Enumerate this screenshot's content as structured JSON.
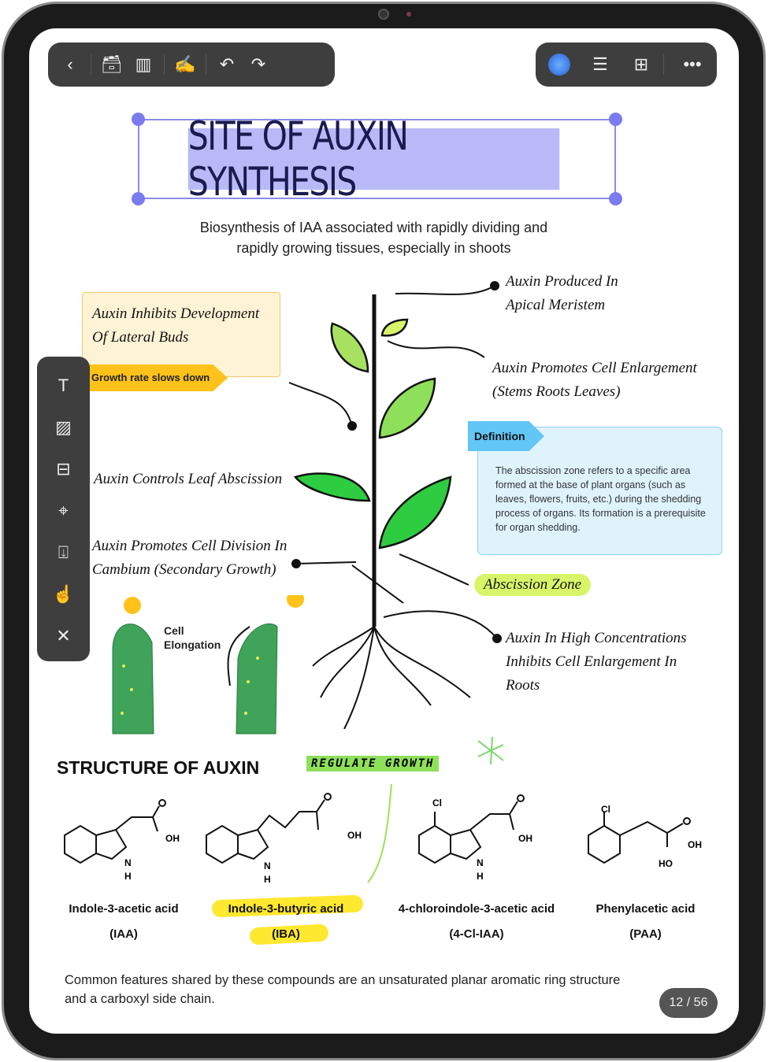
{
  "toolbar_left": {
    "icons": [
      "back-icon",
      "sticker-icon",
      "book-icon",
      "pen-hand-icon",
      "undo-icon",
      "redo-icon"
    ]
  },
  "toolbar_right": {
    "icons": [
      "ai-assistant-icon",
      "outline-icon",
      "grid-icon",
      "more-icon"
    ],
    "more": "•••"
  },
  "title": "SITE OF AUXIN SYNTHESIS",
  "subtitle": [
    "Biosynthesis of IAA associated with rapidly dividing and",
    "rapidly growing tissues, especially in shoots"
  ],
  "notes": {
    "lateral": [
      "Auxin Inhibits Development",
      "Of Lateral Buds"
    ],
    "growth_tag": "Growth rate slows down",
    "apical": [
      "Auxin Produced In",
      "Apical Meristem"
    ],
    "enlarge": [
      "Auxin Promotes Cell Enlargement",
      "(Stems Roots Leaves)"
    ],
    "abscission_ctrl": "Auxin Controls Leaf Abscission",
    "division": [
      "Auxin Promotes Cell Division In",
      "Cambium (Secondary Growth)"
    ],
    "zone": "Abscission Zone",
    "roots": [
      "Auxin In High Concentrations",
      "Inhibits Cell Enlargement In",
      "Roots"
    ],
    "cell_elong": [
      "Cell",
      "Elongation"
    ]
  },
  "definition": {
    "tag": "Definition",
    "text": "The abscission zone refers to a specific area formed at the base of plant organs (such as leaves, flowers, fruits, etc.) during the shedding process of organs. Its formation is a prerequisite for organ shedding."
  },
  "structure": {
    "heading": "STRUCTURE OF AUXIN",
    "tag": "REGULATE GROWTH",
    "compounds": [
      {
        "name": "Indole-3-acetic acid",
        "abbr": "(IAA)"
      },
      {
        "name": "Indole-3-butyric acid",
        "abbr": "(IBA)"
      },
      {
        "name": "4-chloroindole-3-acetic acid",
        "abbr": "(4-Cl-IAA)"
      },
      {
        "name": "Phenylacetic acid",
        "abbr": "(PAA)"
      }
    ],
    "atoms": {
      "oh": "OH",
      "n": "N",
      "h": "H",
      "cl": "Cl",
      "ho": "HO"
    }
  },
  "footer": [
    "Common features shared by these compounds are an unsaturated planar aromatic ring structure",
    "and a carboxyl side chain."
  ],
  "page": "12 / 56",
  "side_tools": [
    "text-icon",
    "image-icon",
    "link-icon",
    "location-icon",
    "attachment-icon",
    "touch-icon",
    "close-icon"
  ],
  "colors": {
    "title_bg": "#b9b9f7",
    "note_yellow": "#fff3d6",
    "tag_yellow": "#ffc21a",
    "def_bg": "#dff3fd",
    "def_tag": "#62c6f7",
    "highlight_green": "#d8f56a",
    "leaf": "#2ecc40"
  }
}
